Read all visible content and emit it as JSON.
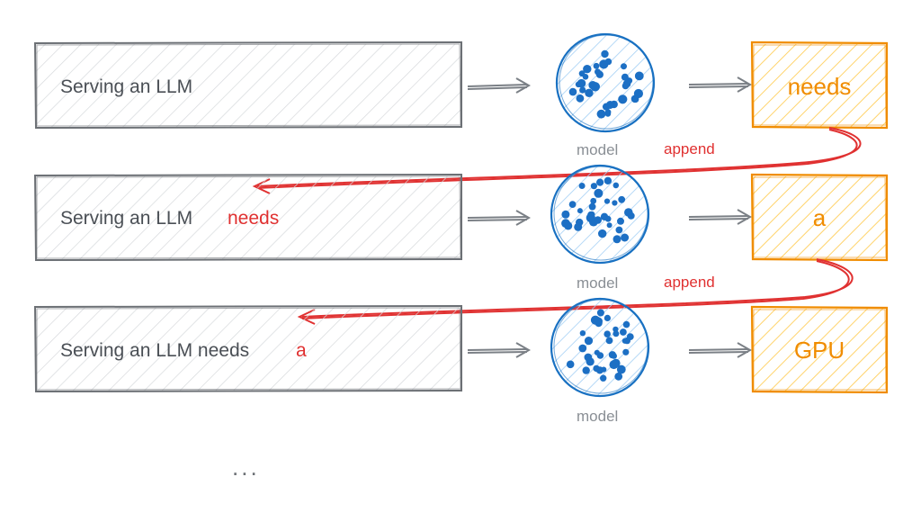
{
  "rows": [
    {
      "prompt": "Serving an LLM",
      "new_token": "",
      "model_label": "model",
      "output": "needs",
      "append_label": "append"
    },
    {
      "prompt": "Serving an LLM",
      "new_token": "needs",
      "model_label": "model",
      "output": "a",
      "append_label": "append"
    },
    {
      "prompt": "Serving an LLM needs",
      "new_token": "a",
      "model_label": "model",
      "output": "GPU",
      "append_label": ""
    }
  ],
  "ellipsis": "...",
  "colors": {
    "box_stroke": "#6c7075",
    "box_hatch": "#d0d3d6",
    "model_stroke": "#1971c2",
    "model_dots": "#1c6fc4",
    "output_stroke": "#f08c00",
    "output_fill": "#ffe7a8",
    "append_arrow": "#e03131"
  }
}
